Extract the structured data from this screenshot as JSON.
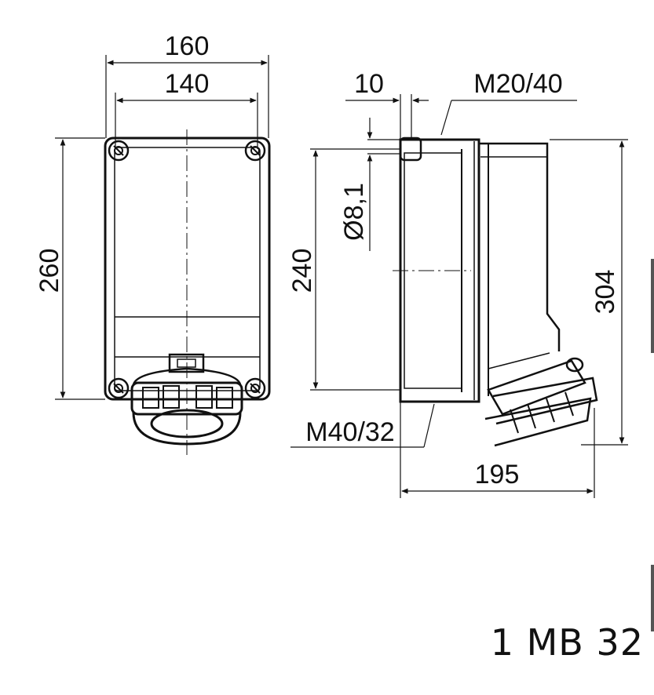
{
  "dimensions": {
    "width_outer": "160",
    "width_inner": "140",
    "height_front": "260",
    "height_side": "240",
    "mount_hole": "Ø8,1",
    "offset": "10",
    "gland_top": "M20/40",
    "gland_bottom": "M40/32",
    "height_total": "304",
    "depth": "195"
  },
  "product_code": "1 MB 32",
  "colors": {
    "line": "#111111",
    "background": "#ffffff"
  }
}
